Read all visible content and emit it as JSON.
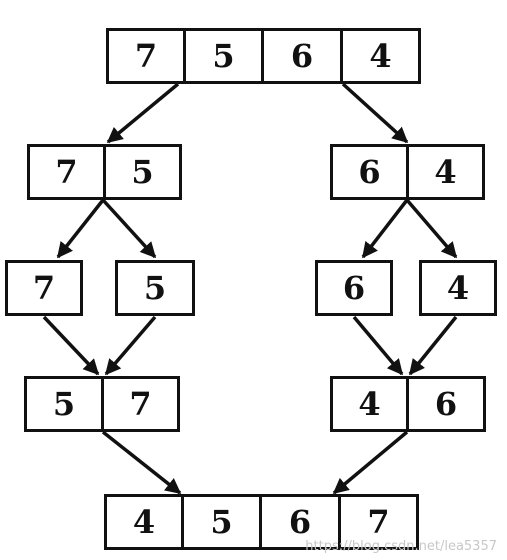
{
  "diagram": {
    "top": [
      "7",
      "5",
      "6",
      "4"
    ],
    "split_left": [
      "7",
      "5"
    ],
    "split_right": [
      "6",
      "4"
    ],
    "leaf_left": [
      "7",
      "5"
    ],
    "leaf_right": [
      "6",
      "4"
    ],
    "merge_left": [
      "5",
      "7"
    ],
    "merge_right": [
      "4",
      "6"
    ],
    "result": [
      "4",
      "5",
      "6",
      "7"
    ]
  },
  "watermark": "https://blog.csdn.net/lea5357"
}
